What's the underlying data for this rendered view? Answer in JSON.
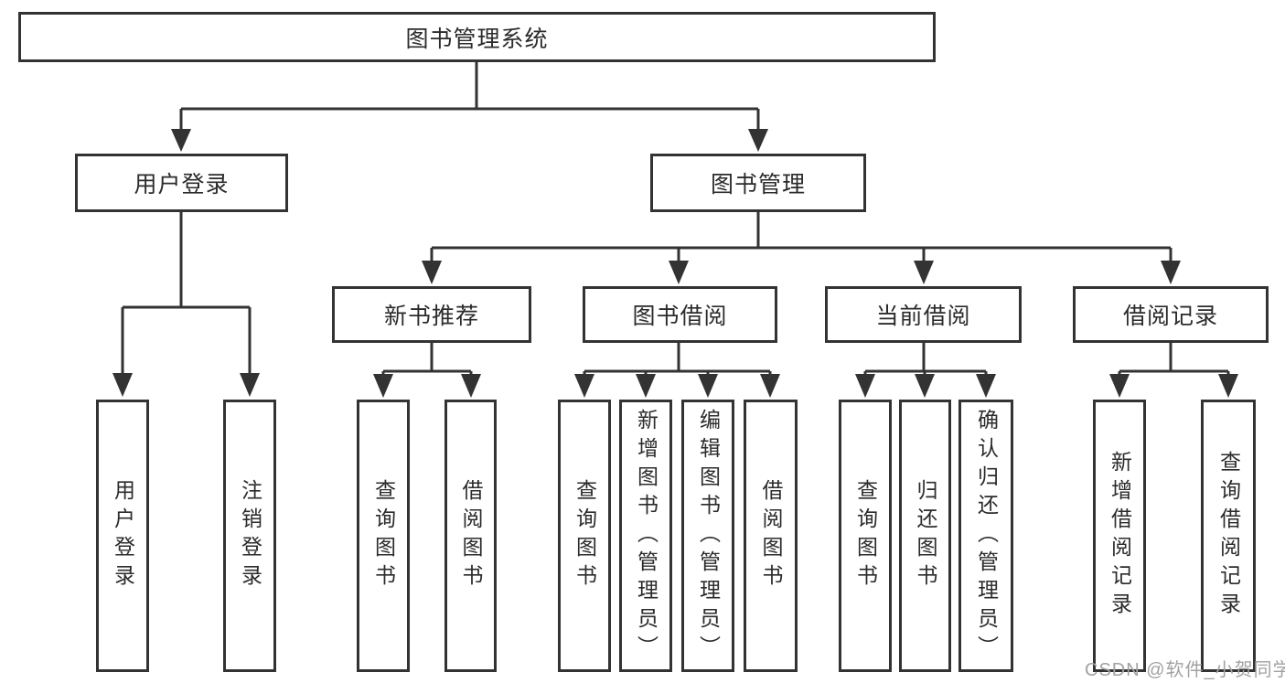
{
  "diagram_title": "图书管理系统",
  "tree": {
    "label": "图书管理系统",
    "children": [
      {
        "label": "用户登录",
        "children": [
          {
            "label": "用户登录"
          },
          {
            "label": "注销登录"
          }
        ]
      },
      {
        "label": "图书管理",
        "children": [
          {
            "label": "新书推荐",
            "children": [
              {
                "label": "查询图书"
              },
              {
                "label": "借阅图书"
              }
            ]
          },
          {
            "label": "图书借阅",
            "children": [
              {
                "label": "查询图书"
              },
              {
                "label": "新增图书（管理员）"
              },
              {
                "label": "编辑图书（管理员）"
              },
              {
                "label": "借阅图书"
              }
            ]
          },
          {
            "label": "当前借阅",
            "children": [
              {
                "label": "查询图书"
              },
              {
                "label": "归还图书"
              },
              {
                "label": "确认归还（管理员）"
              }
            ]
          },
          {
            "label": "借阅记录",
            "children": [
              {
                "label": "新增借阅记录"
              },
              {
                "label": "查询借阅记录"
              }
            ]
          }
        ]
      }
    ]
  },
  "watermark": "CSDN @软件_小贺同学",
  "colors": {
    "line": "#333333",
    "box_border": "#333333",
    "text": "#2b2b2b",
    "background": "#ffffff",
    "watermark": "#a2a2a2"
  }
}
